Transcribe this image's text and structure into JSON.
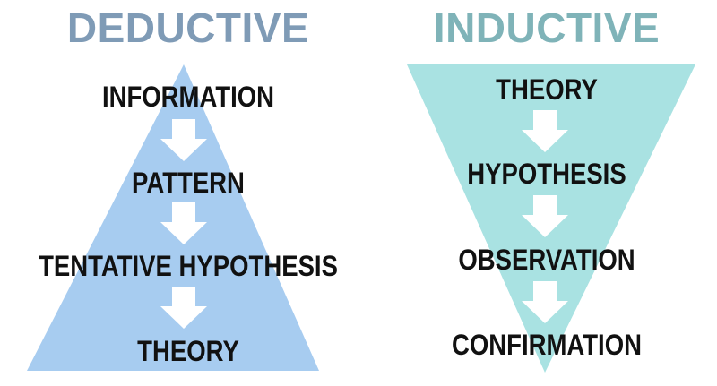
{
  "colors": {
    "deductive_heading": "#7f9bb6",
    "deductive_shape": "#a7ccf0",
    "inductive_heading": "#7fb3b8",
    "inductive_shape": "#a9e2e2",
    "arrow_fill": "#ffffff",
    "step_text": "#111111"
  },
  "deductive": {
    "heading": "DEDUCTIVE",
    "steps": [
      "INFORMATION",
      "PATTERN",
      "TENTATIVE HYPOTHESIS",
      "THEORY"
    ]
  },
  "inductive": {
    "heading": "INDUCTIVE",
    "steps": [
      "THEORY",
      "HYPOTHESIS",
      "OBSERVATION",
      "CONFIRMATION"
    ]
  }
}
